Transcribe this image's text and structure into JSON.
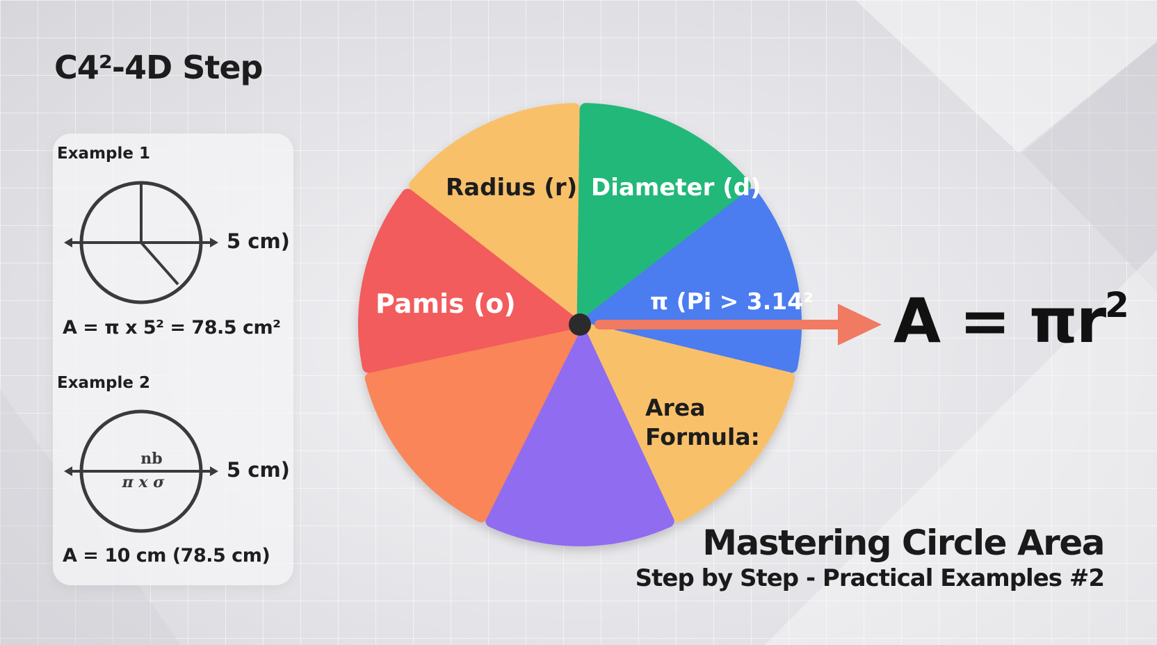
{
  "page": {
    "title": "C4²-4D Step"
  },
  "examples": [
    {
      "label": "Example 1",
      "unit": "5 cm)",
      "formula": "A = π x 5² = 78.5 cm²"
    },
    {
      "label": "Example 2",
      "unit": "5 cm)",
      "inner_top": "nb",
      "inner_bottom": "π x σ",
      "formula": "A = 10 cm (78.5 cm)"
    }
  ],
  "pie": {
    "segments": [
      {
        "label": "Radius (r)",
        "color": "#f9c06a"
      },
      {
        "label": "Diameter (d)",
        "color": "#20b87a"
      },
      {
        "label": "π (Pi > 3.14²",
        "color": "#4c7cf0"
      },
      {
        "label": "Area Formula:",
        "color": "#f9c06a"
      },
      {
        "label": "",
        "color": "#8f6cf0"
      },
      {
        "label": "",
        "color": "#f98558"
      },
      {
        "label": "Pamis (o)",
        "color": "#f25c5c"
      }
    ],
    "arrow_color": "#f07a62"
  },
  "formula": {
    "main": "A = πr",
    "exp": "2"
  },
  "footer": {
    "title": "Mastering Circle Area",
    "subtitle": "Step by Step - Practical Examples #2"
  }
}
